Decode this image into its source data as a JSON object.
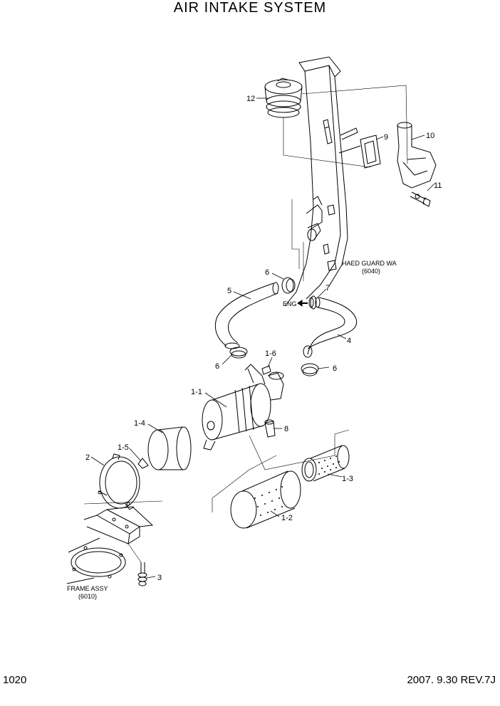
{
  "title": "AIR INTAKE SYSTEM",
  "page_number": "1020",
  "revision": "2007. 9.30  REV.7J",
  "labels": {
    "p12": "12",
    "p9": "9",
    "p10": "10",
    "p11": "11",
    "p6a": "6",
    "p6b": "6",
    "p6c": "6",
    "p7": "7",
    "p5": "5",
    "p4": "4",
    "p1_6": "1-6",
    "p1_1": "1-1",
    "p1_4": "1-4",
    "p1_5": "1-5",
    "p8": "8",
    "p2": "2",
    "p1_3": "1-3",
    "p1_2": "1-2",
    "p3": "3",
    "eng": "ENG",
    "haed_guard": "HAED GUARD WA",
    "haed_guard_ref": "(6040)",
    "frame_assy": "FRAME ASSY",
    "frame_assy_ref": "(6010)"
  }
}
